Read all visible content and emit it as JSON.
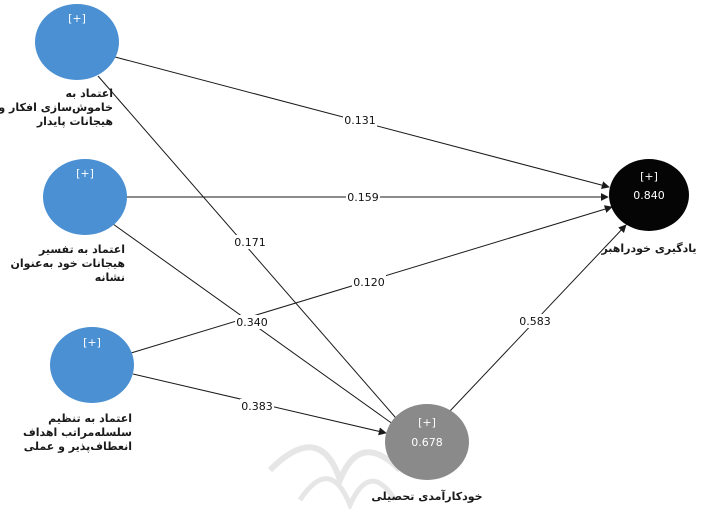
{
  "colors": {
    "exogenous": "#4a90d2",
    "mediator": "#8a8a8a",
    "outcome": "#050505",
    "edge": "#1a1a1a",
    "watermark": "#e6e6e6"
  },
  "nodes": {
    "n1": {
      "marker": "[+]",
      "label_lines": [
        "اعتماد به",
        "خاموش‌سازی افکار و",
        "هیجانات پایدار"
      ]
    },
    "n2": {
      "marker": "[+]",
      "label_lines": [
        "اعتماد به تفسیر",
        "هیجانات خود به‌عنوان",
        "نشانه"
      ]
    },
    "n3": {
      "marker": "[+]",
      "label_lines": [
        "اعتماد به تنظیم",
        "سلسله‌مراتب اهداف",
        "انعطاف‌پذیر و عملی"
      ]
    },
    "mediator": {
      "marker": "[+]",
      "r2": "0.678",
      "label_lines": [
        "خودکارآمدی تحصیلی"
      ]
    },
    "outcome": {
      "marker": "[+]",
      "r2": "0.840",
      "label_lines": [
        "یادگیری خودراهبر"
      ]
    }
  },
  "paths": [
    {
      "id": "n1-outcome",
      "from": "n1",
      "to": "outcome",
      "coef": "0.131"
    },
    {
      "id": "n1-mediator",
      "from": "n1",
      "to": "mediator",
      "coef": "0.171"
    },
    {
      "id": "n2-outcome",
      "from": "n2",
      "to": "outcome",
      "coef": "0.159"
    },
    {
      "id": "n2-mediator",
      "from": "n2",
      "to": "mediator",
      "coef": "0.340"
    },
    {
      "id": "n3-outcome",
      "from": "n3",
      "to": "outcome",
      "coef": "0.120"
    },
    {
      "id": "n3-mediator",
      "from": "n3",
      "to": "mediator",
      "coef": "0.383"
    },
    {
      "id": "mediator-outcome",
      "from": "mediator",
      "to": "outcome",
      "coef": "0.583"
    }
  ]
}
